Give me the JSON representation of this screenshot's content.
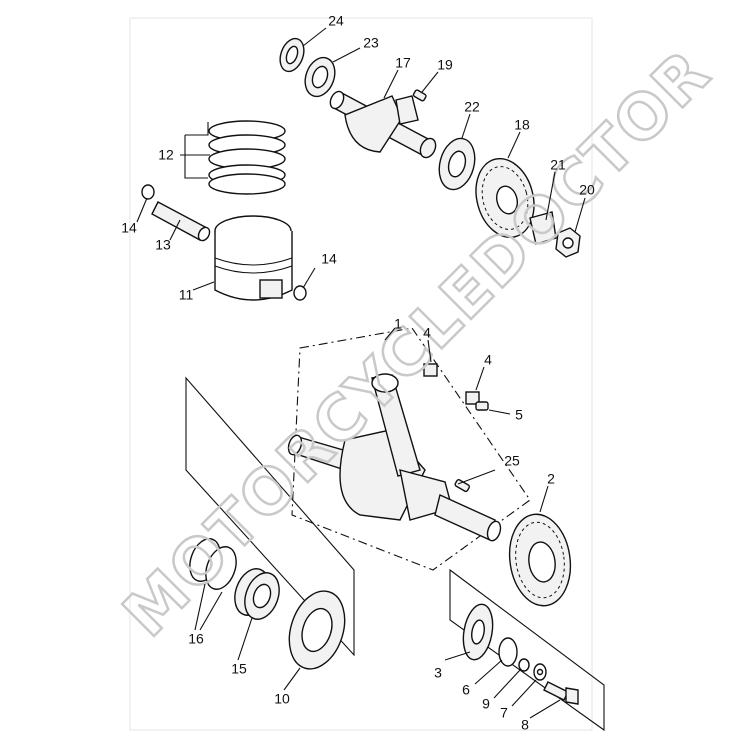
{
  "diagram": {
    "watermark": "MOTORCYCLEDOCTOR",
    "callouts": {
      "c1": "1",
      "c2": "2",
      "c3": "3",
      "c4a": "4",
      "c4b": "4",
      "c5": "5",
      "c6": "6",
      "c7": "7",
      "c8": "8",
      "c9": "9",
      "c10": "10",
      "c11": "11",
      "c12": "12",
      "c13": "13",
      "c14a": "14",
      "c14b": "14",
      "c15": "15",
      "c16": "16",
      "c17": "17",
      "c18": "18",
      "c19": "19",
      "c20": "20",
      "c21": "21",
      "c22": "22",
      "c23": "23",
      "c24": "24",
      "c25": "25"
    }
  }
}
